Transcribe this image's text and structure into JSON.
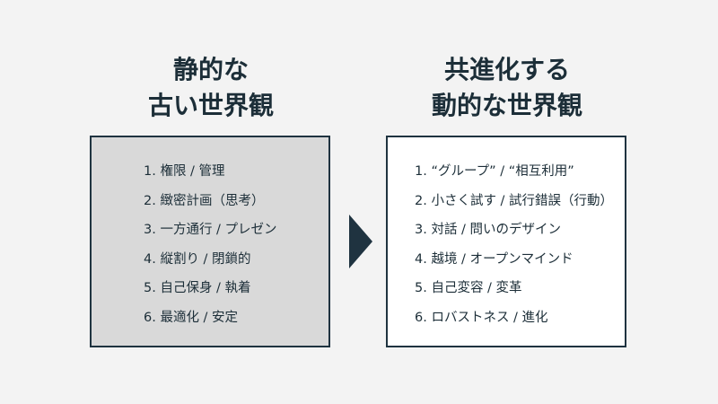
{
  "left": {
    "heading_line1": "静的な",
    "heading_line2": "古い世界観",
    "items": [
      "1. 権限 / 管理",
      "2. 緻密計画（思考）",
      "3. 一方通行 / プレゼン",
      "4. 縦割り / 閉鎖的",
      "5. 自己保身 / 執着",
      "6. 最適化 / 安定"
    ]
  },
  "right": {
    "heading_line1": "共進化する",
    "heading_line2": "動的な世界観",
    "items": [
      "1. “グループ” / “相互利用”",
      "2. 小さく試す / 試行錯誤（行動）",
      "3. 対話 / 問いのデザイン",
      "4. 越境 / オープンマインド",
      "5. 自己変容 / 変革",
      "6. ロバストネス / 進化"
    ]
  },
  "colors": {
    "text": "#1c2e38",
    "border": "#1f3340",
    "left_fill": "#d9d9d9",
    "right_fill": "#ffffff",
    "background": "#f3f3f3"
  }
}
